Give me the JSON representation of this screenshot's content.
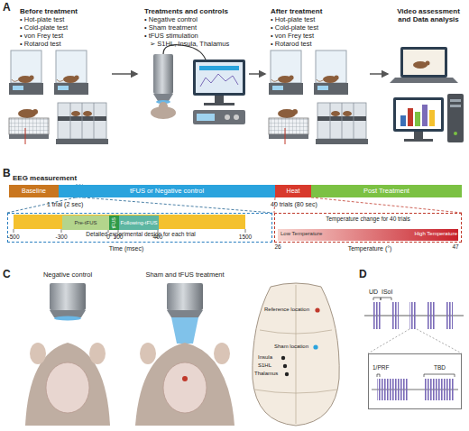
{
  "diagram": {
    "nodes": [
      {
        "text": [
          "Baseline"
        ]
      },
      {
        "text": [
          "tFUS or Negative control"
        ]
      },
      {
        "text": [
          "Heat"
        ]
      },
      {
        "text": [
          "Post Treatment"
        ]
      },
      {
        "text": [
          "Detailed experimental design for each trial"
        ]
      },
      {
        "text": [
          "Pre-tFUS"
        ],
        "in": 4
      },
      {
        "text": [
          "tFUS"
        ],
        "in": 4
      },
      {
        "text": [
          "Following-tFUS"
        ],
        "in": 4
      },
      {
        "text": [
          "Temperature change for 40 trials",
          "Low Temperature",
          "High Temperature"
        ]
      },
      {
        "text": [
          "1/PRF",
          "TBD"
        ]
      }
    ],
    "labels": [
      "A",
      "Before treatment",
      "• Hot-plate test",
      "• Cold-plate test",
      "• von Frey test",
      "• Rotarod test",
      "Treatments and controls",
      "• Negative control",
      "• Sham treatment",
      "• tFUS stimulation",
      "➢ S1HL, Insula, Thalamus",
      "After treatment",
      "• Hot-plate test",
      "• Cold-plate test",
      "• von Frey test",
      "• Rotarod test",
      "Video assessment and Data analysis",
      "B",
      "EEG measurement",
      "1 trial (2 sec)",
      "40 trials (80 sec)",
      "-500",
      "-300",
      "0",
      "100",
      "400",
      "1500",
      "Time (msec)",
      "26",
      "47",
      "Temperature (°)",
      "C",
      "Negative control",
      "Sham and tFUS treatment",
      "Reference location",
      "Sham location",
      "Insula",
      "S1HL",
      "Thalamus",
      "D",
      "UD",
      "ISoI"
    ]
  }
}
